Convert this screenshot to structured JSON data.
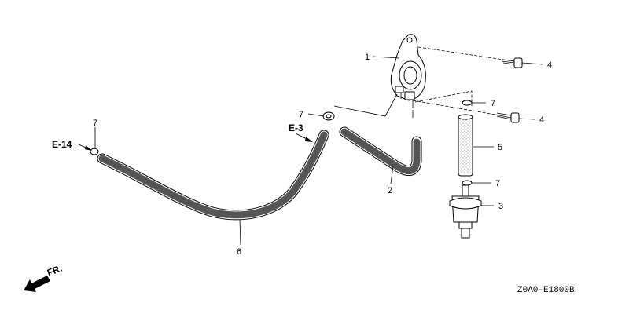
{
  "callouts": {
    "pump": "1",
    "hose_short": "2",
    "filter": "3",
    "bolt_top": "4",
    "bolt_mid": "4",
    "tube": "5",
    "hose_long": "6",
    "clip_left": "7",
    "clip_center": "7",
    "clip_right_top": "7",
    "clip_right_bottom": "7"
  },
  "references": {
    "e14": "E-14",
    "e3": "E-3"
  },
  "direction": {
    "label": "FR."
  },
  "drawing_code": "Z0A0-E1800B"
}
